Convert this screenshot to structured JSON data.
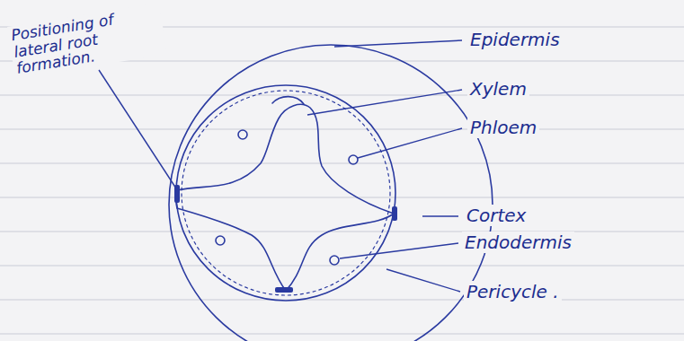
{
  "diagram": {
    "labels": [
      "Positioning of lateral root formation.",
      "Epidermis",
      "Xylem",
      "Phloem",
      "Cortex",
      "Endodermis",
      "Pericycle ."
    ]
  }
}
